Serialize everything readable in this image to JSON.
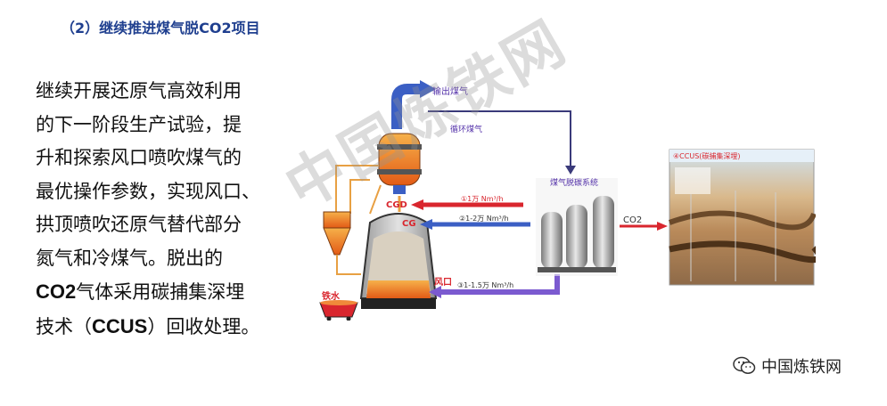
{
  "heading": "（2）继续推进煤气脱CO2项目",
  "body_lines": [
    "继续开展还原气高效利用",
    "的下一阶段生产试验，提",
    "升和探索风口喷吹煤气的",
    "最优操作参数，实现风口、",
    "拱顶喷吹还原气替代部分",
    "氮气和冷煤气。脱出的",
    {
      "bold": "CO2",
      "rest": "气体采用碳捕集深埋"
    },
    {
      "pre": "技术（",
      "bold": "CCUS",
      "rest": "）回收处理。"
    }
  ],
  "diagram": {
    "labels": {
      "outlet_gas": "输出煤气",
      "recycle_gas": "循环煤气",
      "decarb_system": "煤气脱碳系统",
      "co2": "CO2",
      "cgd": "CGD",
      "cg": "CG",
      "flow1": "①1万 Nm³/h",
      "flow2": "②1-2万 Nm³/h",
      "tuyere": "风口",
      "flow3": "③1-1.5万 Nm³/h",
      "hot_metal": "铁水",
      "ccus_title": "④CCUS(碳捕集深埋)"
    },
    "colors": {
      "red_pipe": "#d9262e",
      "blue_pipe": "#3b5fc4",
      "purple_pipe": "#7b5ad0",
      "orange": "#e8731c"
    }
  },
  "watermark": "中国炼铁网",
  "logo": {
    "icon": "wechat-icon",
    "text": "中国炼铁网"
  }
}
